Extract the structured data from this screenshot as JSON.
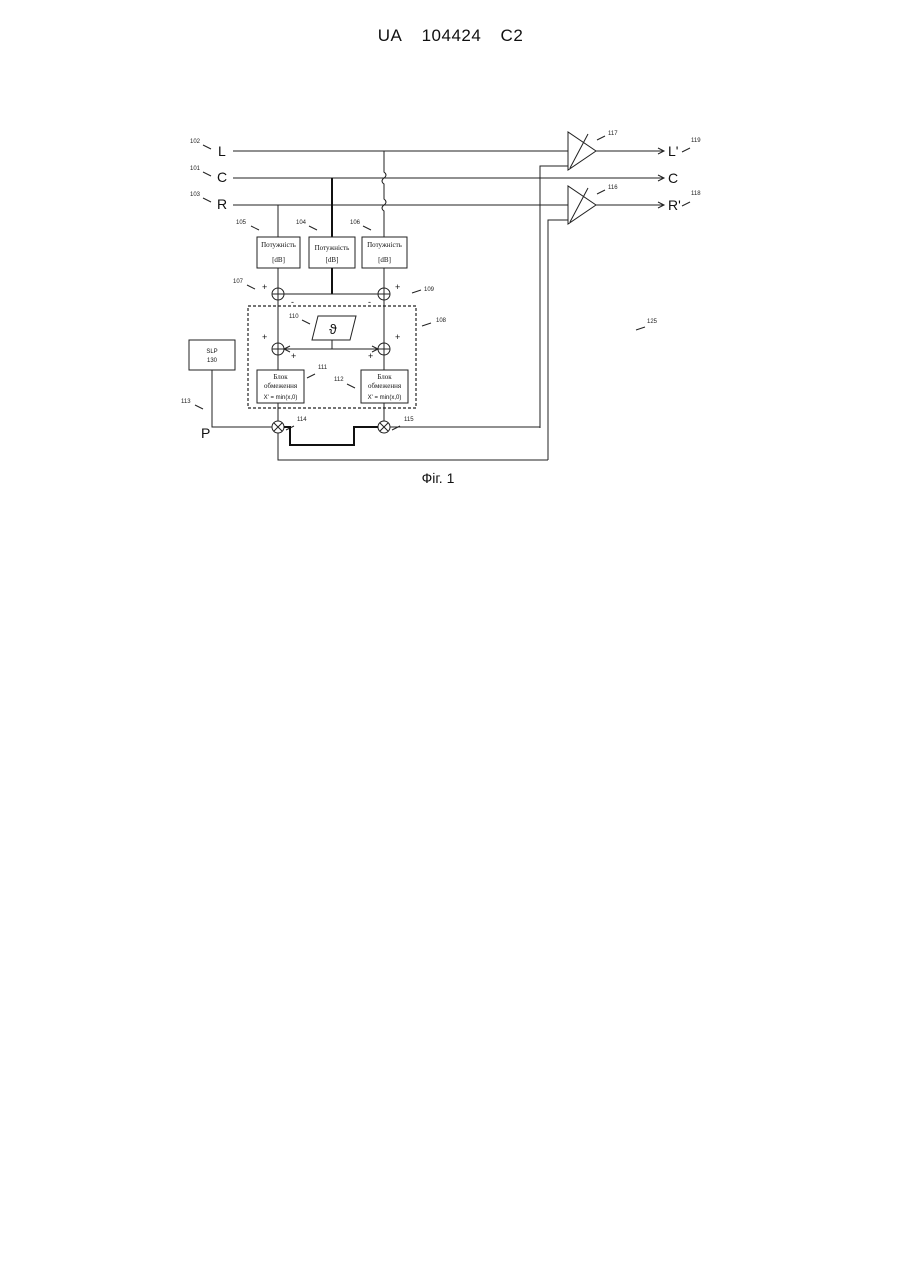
{
  "header": {
    "country": "UA",
    "number": "104424",
    "kind": "C2"
  },
  "diagram": {
    "inputs": {
      "L": "L",
      "C": "C",
      "R": "R",
      "P": "P"
    },
    "outputs": {
      "L": "L'",
      "C": "C",
      "R": "R'"
    },
    "refs": {
      "r101": "101",
      "r102": "102",
      "r103": "103",
      "r104": "104",
      "r105": "105",
      "r106": "106",
      "r107": "107",
      "r108": "108",
      "r109": "109",
      "r110": "110",
      "r111": "111",
      "r112": "112",
      "r113": "113",
      "r114": "114",
      "r115": "115",
      "r116": "116",
      "r117": "117",
      "r118": "118",
      "r119": "119",
      "r125": "125"
    },
    "power_box": {
      "label": "Потужність",
      "unit": "[dB]"
    },
    "limit_box": {
      "label_line1": "Блок",
      "label_line2": "обмеження",
      "formula": "X' = min(x,0)"
    },
    "slp_box": {
      "line1": "SLP",
      "line2": "130"
    },
    "theta": "ϑ",
    "plus": "+",
    "minus": "-"
  },
  "caption": "Фіг. 1"
}
